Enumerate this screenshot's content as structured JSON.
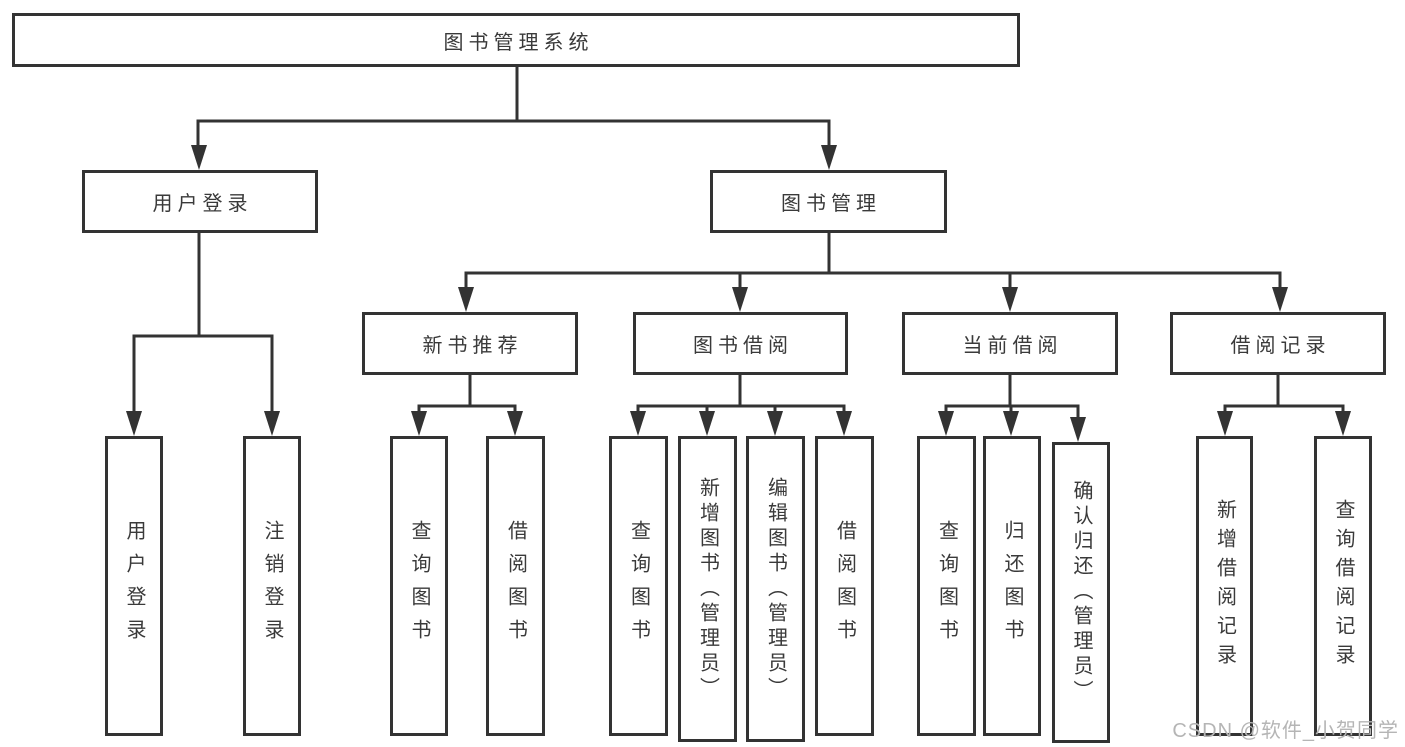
{
  "diagram": {
    "root": {
      "label": "图书管理系统"
    },
    "branches": [
      {
        "label": "用户登录",
        "children": [
          {
            "label": "用户登录"
          },
          {
            "label": "注销登录"
          }
        ]
      },
      {
        "label": "图书管理",
        "children": [
          {
            "label": "新书推荐",
            "children": [
              {
                "label": "查询图书"
              },
              {
                "label": "借阅图书"
              }
            ]
          },
          {
            "label": "图书借阅",
            "children": [
              {
                "label": "查询图书"
              },
              {
                "label": "新增图书（管理员）"
              },
              {
                "label": "编辑图书（管理员）"
              },
              {
                "label": "借阅图书"
              }
            ]
          },
          {
            "label": "当前借阅",
            "children": [
              {
                "label": "查询图书"
              },
              {
                "label": "归还图书"
              },
              {
                "label": "确认归还（管理员）"
              }
            ]
          },
          {
            "label": "借阅记录",
            "children": [
              {
                "label": "新增借阅记录"
              },
              {
                "label": "查询借阅记录"
              }
            ]
          }
        ]
      }
    ]
  },
  "watermark": {
    "text": "CSDN @软件_小贺同学"
  },
  "colors": {
    "line": "#333333",
    "text": "#3a3a3a",
    "watermark": "#b5b5b5",
    "bg": "#ffffff"
  }
}
